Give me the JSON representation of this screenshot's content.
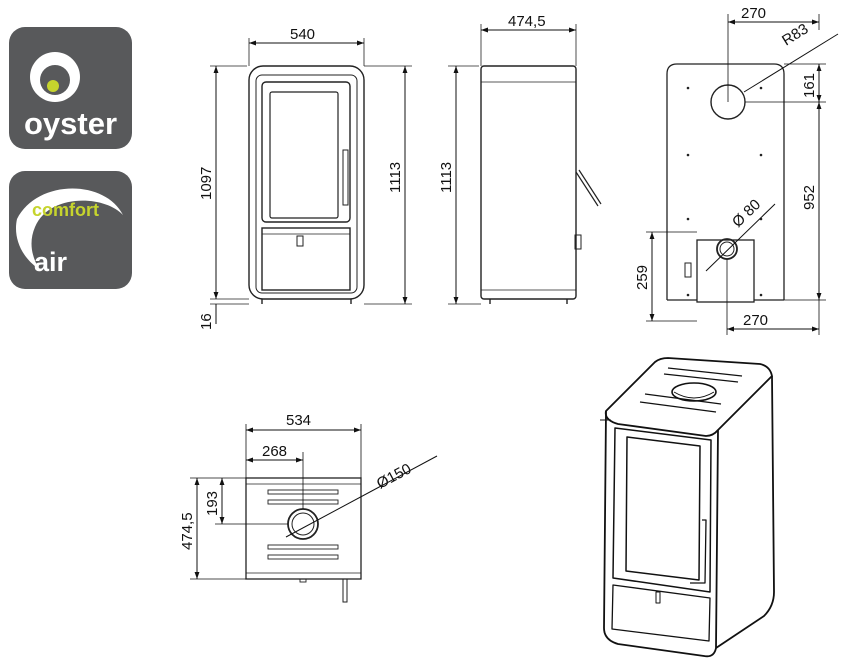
{
  "logos": {
    "oyster": {
      "word": "oyster",
      "accent": "#c6d42d"
    },
    "comfort_air": {
      "word1": "comfort",
      "word2": "air",
      "accent": "#c6d42d"
    },
    "badge_color": "#58595b"
  },
  "dimensions": {
    "front_width": "540",
    "front_height_inner": "1097",
    "front_height_outer": "1113",
    "front_feet": "16",
    "side_depth": "474,5",
    "side_height": "1113",
    "back_width_top": "270",
    "back_radius": "R83",
    "back_top_offset": "161",
    "back_flue_height": "952",
    "back_air_diameter": "Ø 80",
    "back_air_height": "259",
    "back_width_bottom": "270",
    "top_width": "534",
    "top_flue_offset_x": "268",
    "top_flue_offset_y": "193",
    "top_flue_diameter": "Ø150",
    "top_depth": "474,5"
  }
}
